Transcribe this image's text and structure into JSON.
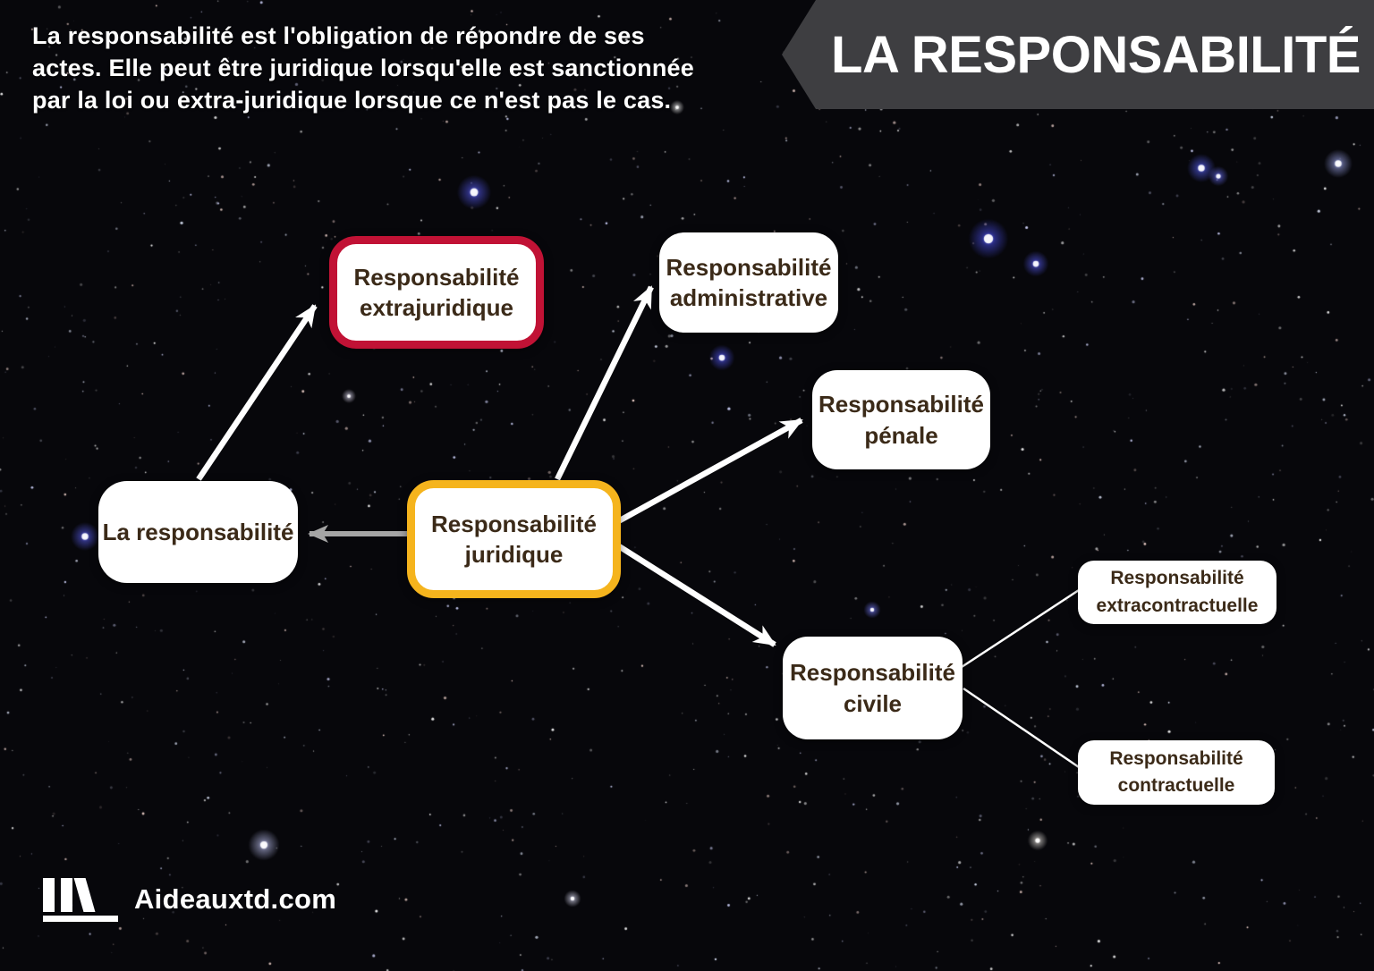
{
  "intro": {
    "lines": [
      "La responsabilité est l'obligation de répondre de ses",
      "actes. Elle peut être juridique lorsqu'elle est sanctionnée",
      "par la loi ou extra-juridique lorsque ce n'est pas le cas."
    ]
  },
  "banner": {
    "title": "LA RESPONSABILITÉ",
    "background_color": "#3e3e41",
    "text_color": "#ffffff"
  },
  "diagram": {
    "nodes": [
      {
        "label": "La responsabilité",
        "variant": "plain"
      },
      {
        "label": "Responsabilité extrajuridique",
        "variant": "red-outline"
      },
      {
        "label": "Responsabilité juridique",
        "variant": "yellow-outline"
      },
      {
        "label": "Responsabilité administrative",
        "variant": "plain"
      },
      {
        "label": "Responsabilité pénale",
        "variant": "plain"
      },
      {
        "label": "Responsabilité civile",
        "variant": "plain"
      },
      {
        "label": "Responsabilité extracontractuelle",
        "variant": "plain-small"
      },
      {
        "label": "Responsabilité contractuelle",
        "variant": "plain-small"
      }
    ],
    "colors": {
      "node_bg": "#ffffff",
      "node_text": "#3b2a18",
      "red_border": "#c11235",
      "yellow_border": "#f5b41d",
      "arrow_white": "#ffffff",
      "arrow_gray": "#a5a5a5",
      "banner_bg": "#3e3e41"
    }
  },
  "footer": {
    "brand": "Aideauxtd.com"
  }
}
